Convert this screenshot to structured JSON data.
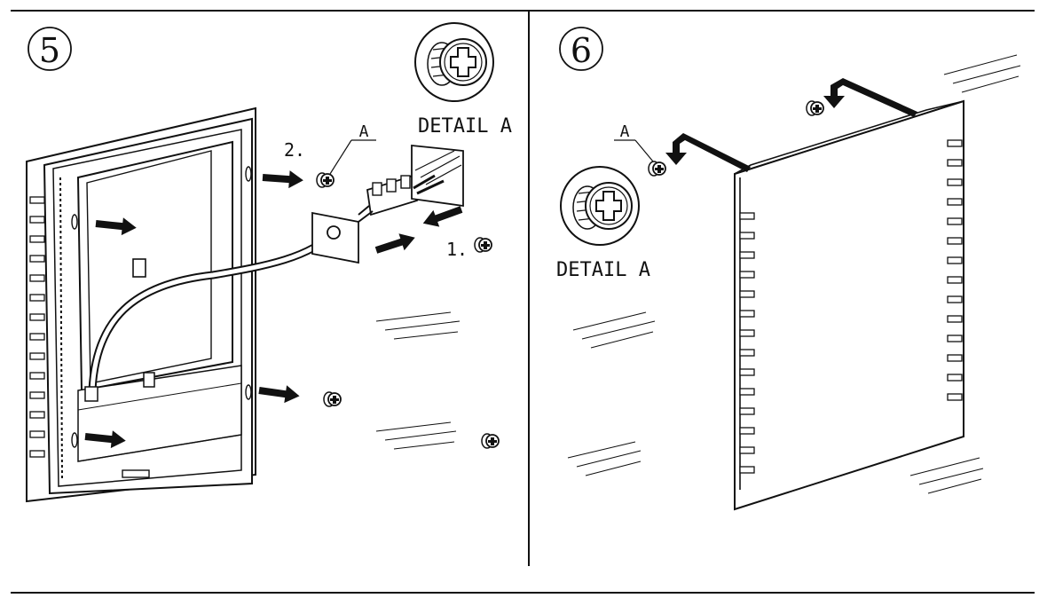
{
  "panels": [
    {
      "step": "5",
      "detail_label": "DETAIL A",
      "callout_label": "A",
      "order_labels": [
        "1.",
        "2."
      ]
    },
    {
      "step": "6",
      "detail_label": "DETAIL A",
      "callout_label": "A"
    }
  ],
  "icons": [
    "screw-head-detail-icon",
    "wall-anchor-icon",
    "arrow-icon",
    "terminal-block-icon",
    "wall-box-icon"
  ]
}
